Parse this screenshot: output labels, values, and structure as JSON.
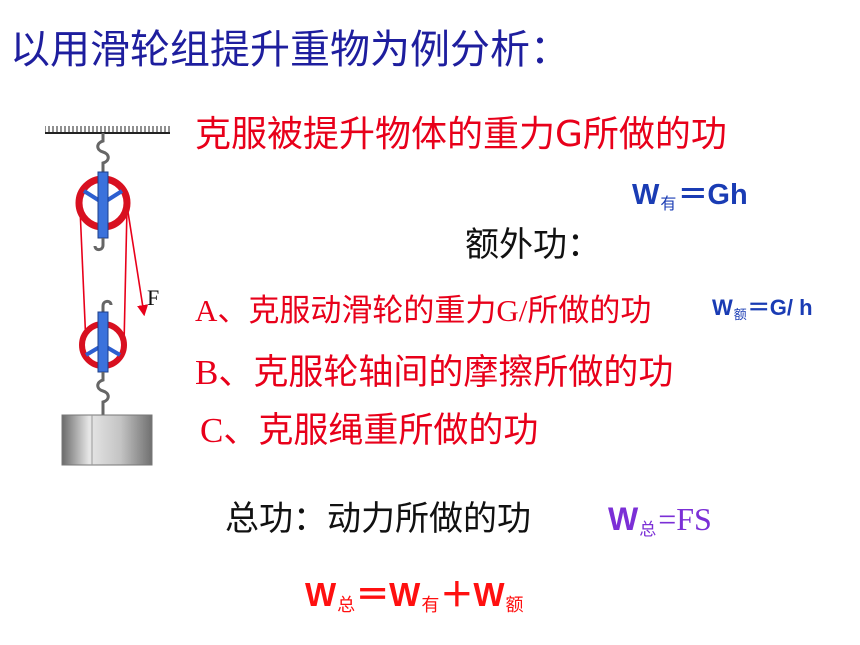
{
  "title": "以用滑轮组提升重物为例分析：",
  "useful_work": {
    "description": "克服被提升物体的重力G所做的功",
    "formula": {
      "symbol": "W",
      "subscript": "有",
      "expression": "＝Gh"
    }
  },
  "extra_work": {
    "heading": "额外功：",
    "items": [
      {
        "text": "A、克服动滑轮的重力G/所做的功"
      },
      {
        "text": "B、克服轮轴间的摩擦所做的功"
      },
      {
        "text": "C、克服绳重所做的功"
      }
    ],
    "formula": {
      "symbol": "W",
      "subscript": "额",
      "expression": "＝G/ h"
    }
  },
  "total_work": {
    "heading": "总功：动力所做的功",
    "formula": {
      "symbol": "W",
      "subscript": "总",
      "expression": "=FS"
    }
  },
  "summary": {
    "w1": "W",
    "sub1": "总",
    "op1": "＝W",
    "sub2": "有",
    "op2": "＋W",
    "sub3": "额"
  },
  "diagram": {
    "force_label": "F",
    "icons": [
      "ceiling-icon",
      "fixed-pulley-icon",
      "movable-pulley-icon",
      "hook-icon",
      "weight-icon",
      "force-arrow-icon"
    ]
  },
  "colors": {
    "title": "#1E1E9E",
    "red": "#E8001A",
    "black": "#111111",
    "formula_blue": "#1A3CB4",
    "formula_purple": "#7B2FD6",
    "summary_red": "#FF1010"
  }
}
